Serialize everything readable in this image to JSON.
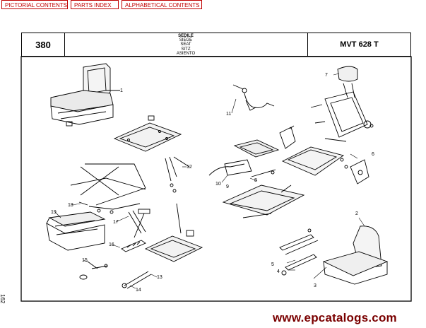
{
  "nav": {
    "pictorial": "PICTORIAL CONTENTS",
    "parts_index": "PARTS INDEX",
    "alphabetical": "ALPHABETICAL CONTENTS"
  },
  "header": {
    "page_number": "380",
    "titles": [
      "SEDILE",
      "SIEGE",
      "SEAT",
      "SITZ",
      "ASIENTO"
    ],
    "model": "MVT 628 T"
  },
  "side_page_number": "162",
  "watermark": "www.epcatalogs.com",
  "callouts": [
    "1",
    "2",
    "3",
    "4",
    "5",
    "6",
    "7",
    "8",
    "9",
    "10",
    "11",
    "12",
    "13",
    "14",
    "15",
    "16",
    "17",
    "18",
    "19"
  ]
}
